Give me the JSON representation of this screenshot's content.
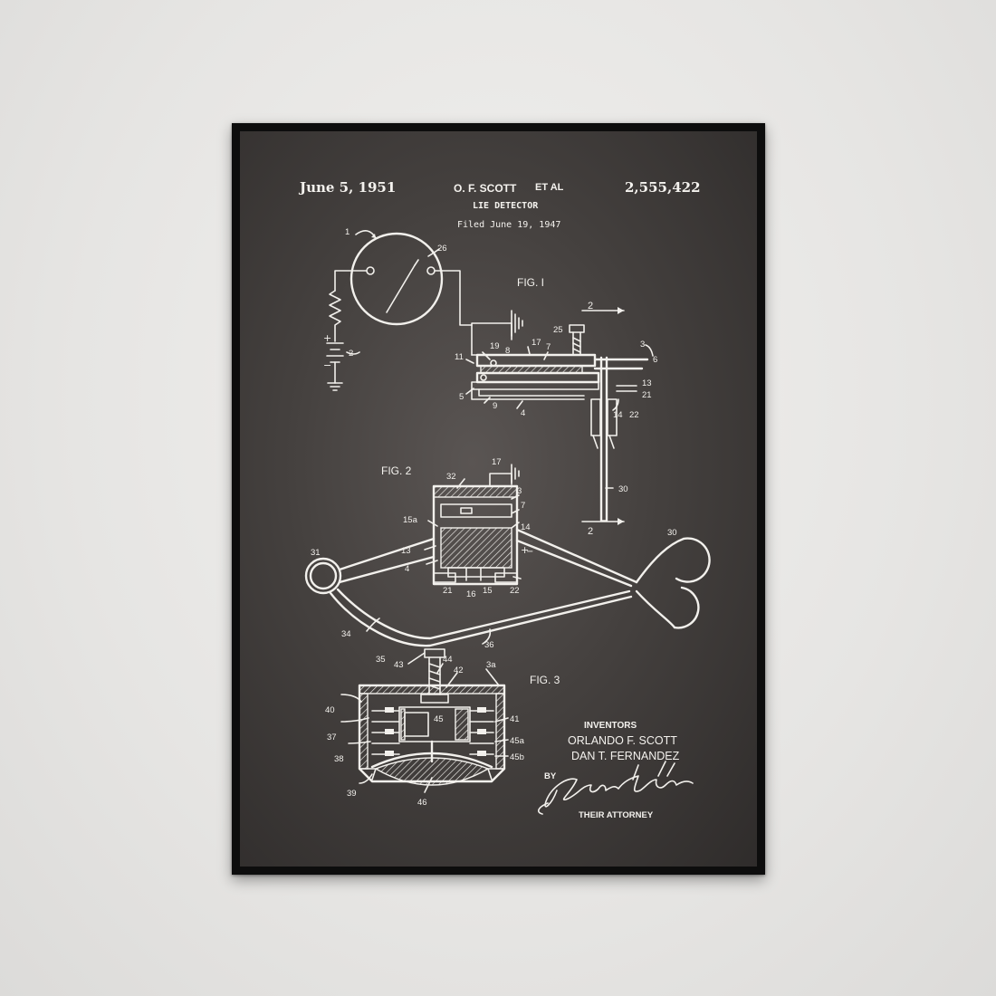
{
  "header": {
    "date": "June 5, 1951",
    "inventor": "O. F. SCOTT",
    "et_al": "ET AL",
    "patent_number": "2,555,422",
    "title": "LIE DETECTOR",
    "filed": "Filed June 19, 1947"
  },
  "figures": {
    "fig1": "FIG. I",
    "fig2": "FIG. 2",
    "fig3": "FIG. 3",
    "section_mark": "2"
  },
  "inventors_block": {
    "heading": "INVENTORS",
    "name1": "ORLANDO F. SCOTT",
    "name2": "DAN T. FERNANDEZ",
    "by": "BY",
    "attorney": "THEIR ATTORNEY"
  },
  "labels": {
    "fig1": [
      "1",
      "26",
      "2",
      "25",
      "3",
      "6",
      "17",
      "7",
      "8",
      "19",
      "11",
      "13",
      "21",
      "5",
      "9",
      "4",
      "14",
      "22",
      "30"
    ],
    "fig2": [
      "17",
      "32",
      "3",
      "7",
      "15a",
      "14",
      "13",
      "4",
      "21",
      "16",
      "15",
      "22",
      "31",
      "30",
      "34",
      "36",
      "35"
    ],
    "fig3": [
      "43",
      "44",
      "42",
      "3a",
      "40",
      "45",
      "41",
      "37",
      "45a",
      "38",
      "45b",
      "39",
      "46"
    ]
  }
}
